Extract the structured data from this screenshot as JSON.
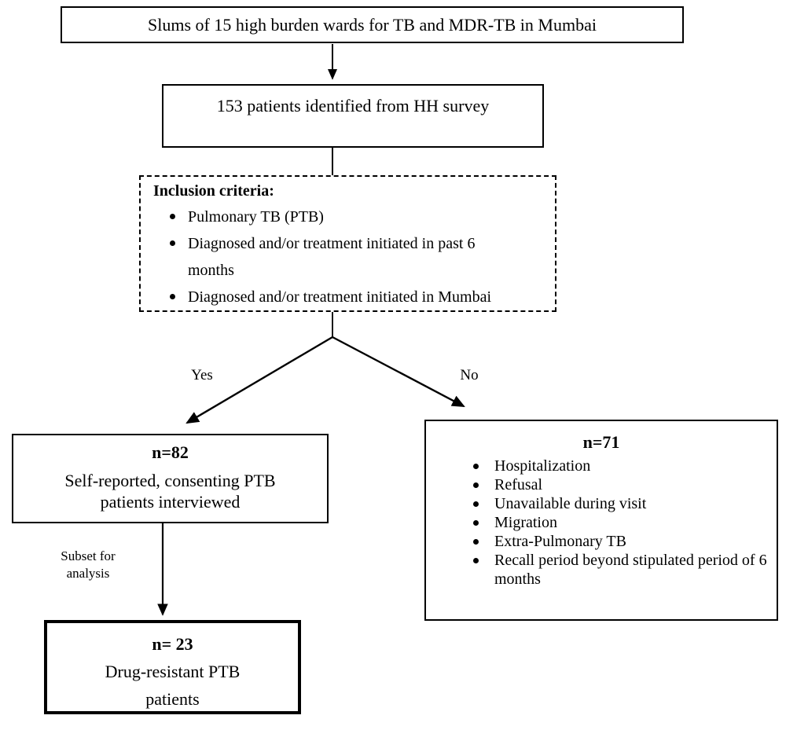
{
  "diagram": {
    "top_box": {
      "text": "Slums of 15 high burden wards for TB and MDR-TB in Mumbai"
    },
    "survey_box": {
      "text": "153 patients identified from HH survey"
    },
    "inclusion_box": {
      "title": "Inclusion criteria:",
      "bullets": [
        "Pulmonary TB (PTB)",
        "Diagnosed and/or treatment initiated in past 6 months",
        "Diagnosed and/or treatment initiated in Mumbai"
      ]
    },
    "branch_labels": {
      "yes": "Yes",
      "no": "No"
    },
    "included_box": {
      "n": "n=82",
      "line1": "Self-reported, consenting PTB",
      "line2": "patients interviewed"
    },
    "excluded_box": {
      "n": "n=71",
      "bullets": [
        "Hospitalization",
        "Refusal",
        "Unavailable during visit",
        "Migration",
        "Extra-Pulmonary TB",
        "Recall period beyond stipulated period of 6 months"
      ]
    },
    "subset_label": {
      "line1": "Subset for",
      "line2": "analysis"
    },
    "subset_box": {
      "n": "n= 23",
      "line1": "Drug-resistant PTB",
      "line2": "patients"
    },
    "colors": {
      "line": "#000000",
      "background": "#ffffff"
    }
  }
}
